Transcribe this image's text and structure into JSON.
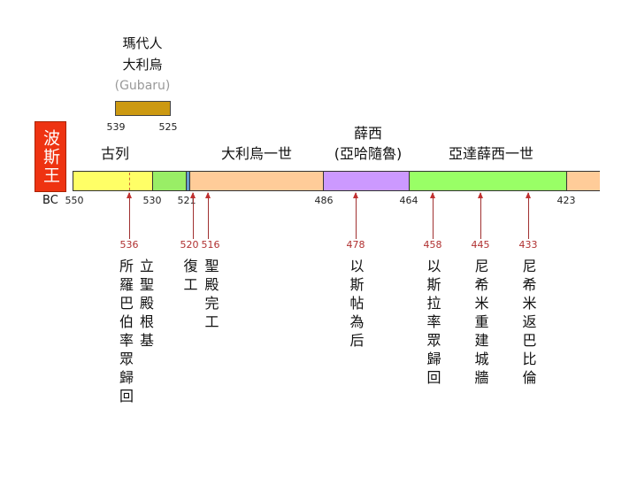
{
  "persian_kings_label": "波斯王",
  "bc_label": "BC",
  "gubaru": {
    "line1": "瑪代人",
    "line2": "大利烏",
    "line3": "(Gubaru)",
    "start": "539",
    "end": "525",
    "color": "#cc9911"
  },
  "kings": [
    {
      "name": "古列"
    },
    {
      "name": "大利烏一世"
    },
    {
      "name": "薛西",
      "alt": "(亞哈隨魯)"
    },
    {
      "name": "亞達薛西一世"
    }
  ],
  "ticks": [
    "550",
    "530",
    "521",
    "486",
    "464",
    "423"
  ],
  "segment_colors": {
    "yellow": "#ffff66",
    "green": "#99ee66",
    "blue": "#6699cc",
    "orange": "#ffcc99",
    "purple": "#cc99ff",
    "lime": "#99ff66"
  },
  "events": [
    {
      "year": "536",
      "text": "立聖殿根基\n所羅巴伯率眾歸回"
    },
    {
      "year": "520",
      "text": "復工"
    },
    {
      "year": "516",
      "text": "聖殿完工"
    },
    {
      "year": "478",
      "text": "以斯帖為后"
    },
    {
      "year": "458",
      "text": "以斯拉率眾歸回"
    },
    {
      "year": "445",
      "text": "尼希米重建城牆"
    },
    {
      "year": "433",
      "text": "尼希米返巴比倫"
    }
  ]
}
